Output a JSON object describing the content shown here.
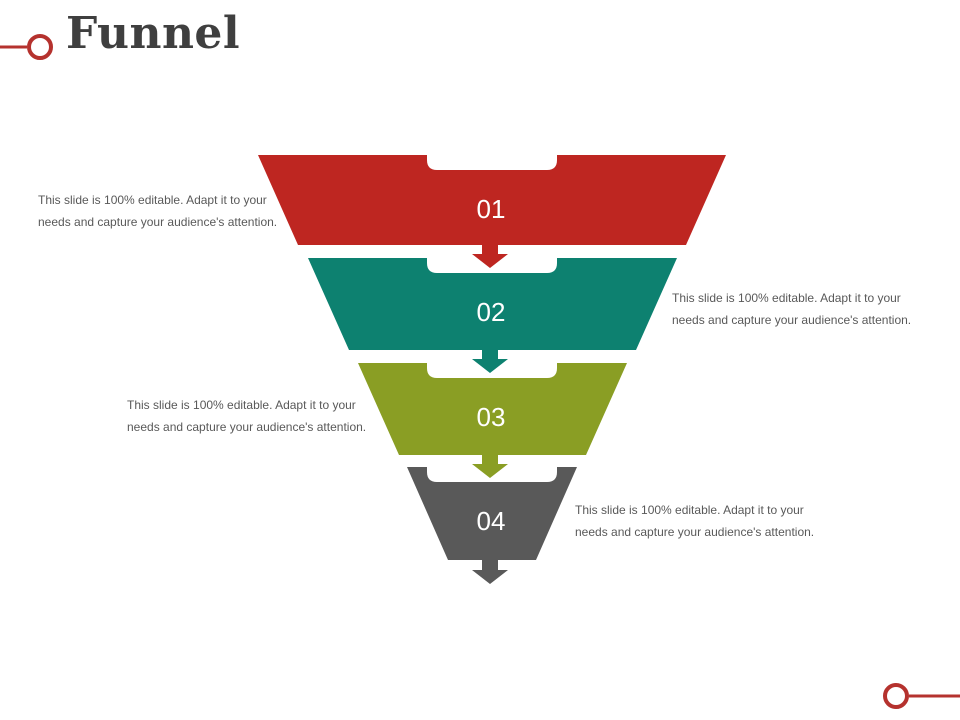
{
  "slide": {
    "title": "Funnel"
  },
  "colors": {
    "accent_ring": "#b5322e",
    "title_text": "#3f3f3f",
    "body_text": "#595959"
  },
  "stages": [
    {
      "number": "01",
      "color": "#be2621",
      "description_line1": "This slide is 100% editable. Adapt it to your",
      "description_line2": "needs and capture your audience's attention."
    },
    {
      "number": "02",
      "color": "#0d8170",
      "description_line1": "This slide is 100% editable. Adapt it to your",
      "description_line2": "needs and capture your audience's attention."
    },
    {
      "number": "03",
      "color": "#8a9e24",
      "description_line1": "This slide is 100% editable. Adapt it to your",
      "description_line2": "needs and capture your audience's attention."
    },
    {
      "number": "04",
      "color": "#595959",
      "description_line1": "This slide is 100% editable. Adapt it to your",
      "description_line2": "needs and capture your audience's attention."
    }
  ]
}
